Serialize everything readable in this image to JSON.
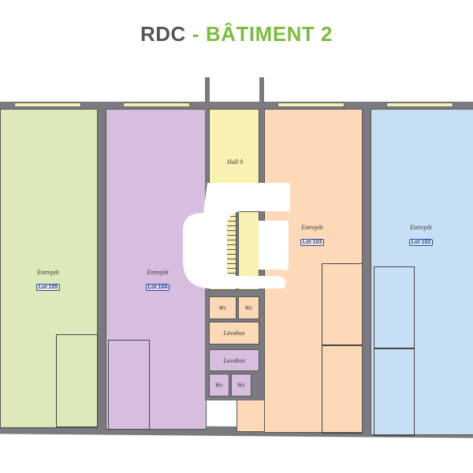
{
  "title": {
    "floor": "RDC",
    "separator": "-",
    "building": "BÂTIMENT 2"
  },
  "rooms": {
    "lot105": {
      "type": "Entrepôt",
      "lot": "Lot 105",
      "color": "#dde9ba"
    },
    "lot104": {
      "type": "Entrepôt",
      "lot": "Lot 104",
      "color": "#d7bede"
    },
    "hall": {
      "name": "Hall 9",
      "color": "#f8f1b2"
    },
    "lot103": {
      "type": "Entrepôt",
      "lot": "Lot 103",
      "color": "#fdd9b8"
    },
    "lot102": {
      "type": "Entrepôt",
      "lot": "Lot 102",
      "color": "#c7dff4"
    },
    "sanitary": {
      "wc": "Wc",
      "lavabos": "Lavabos"
    }
  }
}
